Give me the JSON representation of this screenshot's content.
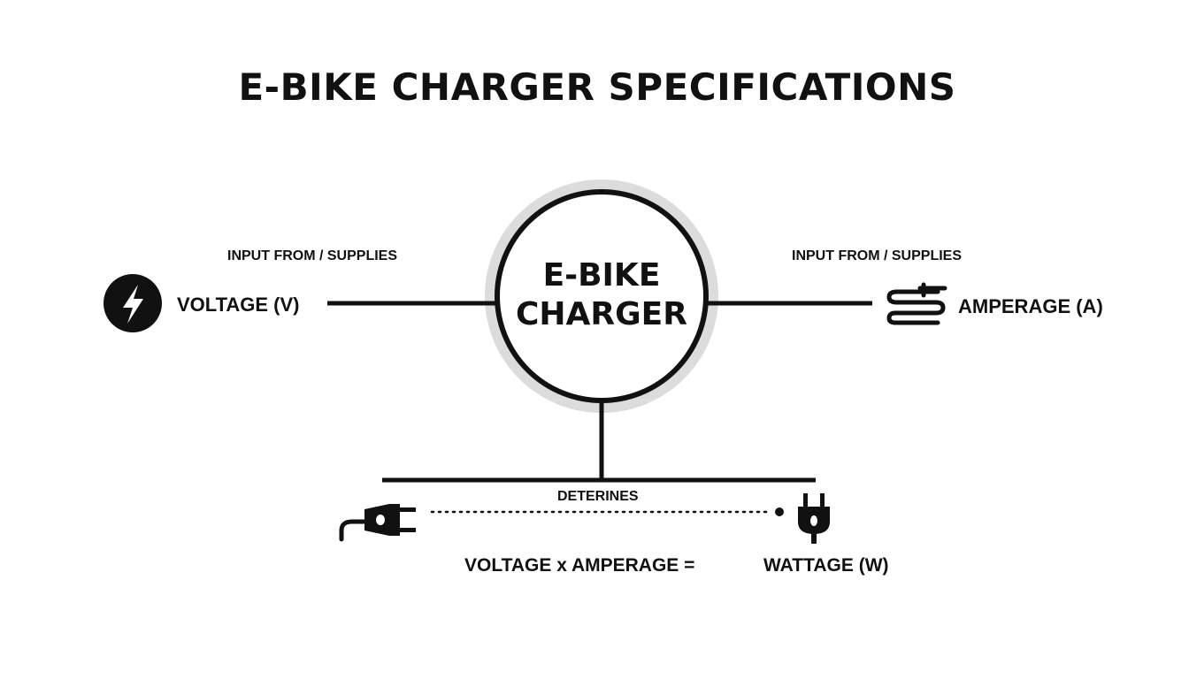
{
  "title": "E-BIKE CHARGER SPECIFICATIONS",
  "center": {
    "line1": "E-BIKE",
    "line2": "CHARGER"
  },
  "left": {
    "caption": "INPUT FROM / SUPPLIES",
    "label": "VOLTAGE (V)",
    "icon": "lightning-bolt-icon"
  },
  "right": {
    "caption": "INPUT FROM / SUPPLIES",
    "label": "AMPERAGE (A)",
    "icon": "coiled-cable-icon"
  },
  "bottom": {
    "caption": "DETERINES",
    "formula": "VOLTAGE x AMPERAGE =",
    "result": "WATTAGE (W)",
    "left_icon": "power-plug-icon",
    "right_icon": "wall-plug-icon"
  },
  "colors": {
    "ink": "#111111",
    "halo": "#dcdcdc",
    "background": "#ffffff"
  }
}
